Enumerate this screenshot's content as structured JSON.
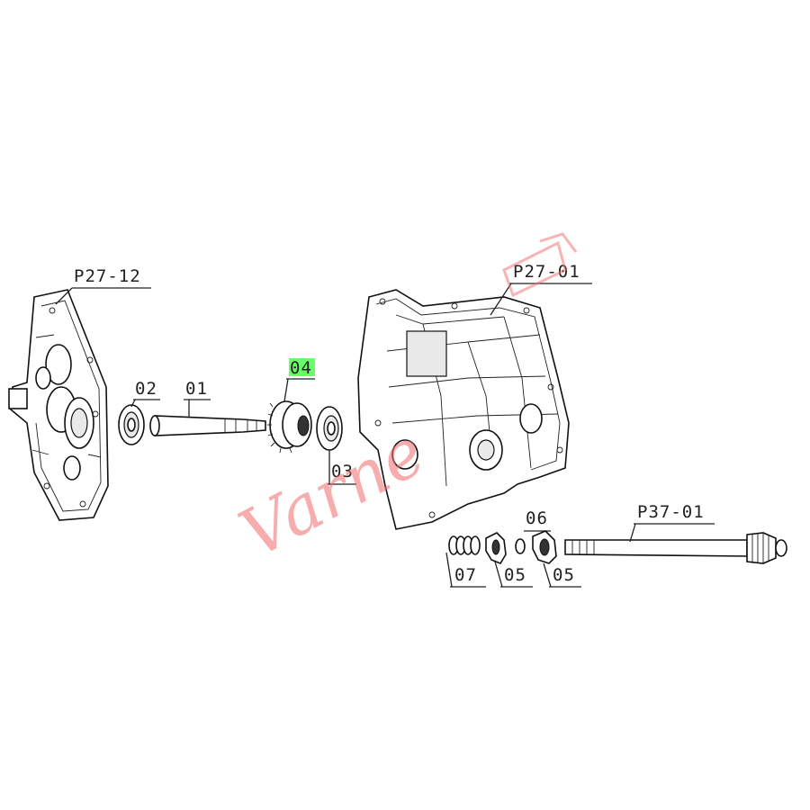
{
  "labels": {
    "housing_left": "P27-12",
    "housing_right": "P27-01",
    "shaft_right": "P37-01",
    "part_01": "01",
    "part_02": "02",
    "part_03": "03",
    "part_04": "04",
    "part_05a": "05",
    "part_05b": "05",
    "part_06": "06",
    "part_07": "07"
  },
  "watermark": "Varne",
  "colors": {
    "highlight": "#66ff66",
    "watermark": "#f26b6b",
    "lines": "#222222"
  }
}
